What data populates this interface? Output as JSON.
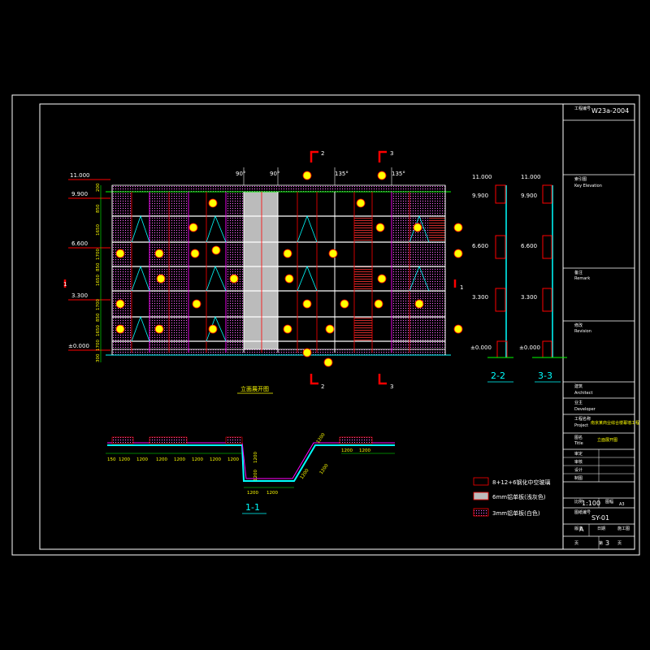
{
  "sheet": {
    "background": "#000000",
    "line_color": "#ffffff",
    "accent_red": "#ff0000",
    "accent_yellow": "#ffff00",
    "accent_cyan": "#00ffff",
    "accent_magenta": "#ff00ff"
  },
  "title_block": {
    "project_no_label": "工程编号",
    "project_no_value": "W23a-2004",
    "key_elevation_label": "Key Elevation",
    "key_elevation_cn": "索引图",
    "remark_cn": "备注",
    "remark_en": "Remark",
    "revision_cn": "修改",
    "revision_en": "Revision",
    "architect_cn": "建筑",
    "architect_en": "Architect",
    "developer_cn": "业主",
    "developer_en": "Developer",
    "project_cn": "工程名称",
    "project_en": "Project",
    "project_value": "南京某商业综合楼幕墙工程",
    "title_cn": "图名",
    "title_en": "Title",
    "title_value": "立面展开图",
    "approved": "审定",
    "checked": "审核",
    "designed": "设计",
    "drawn": "制图",
    "scale_label": "比例",
    "scale_value": "1:100",
    "paper_label": "图幅",
    "paper_value": "A3",
    "drawing_no_label": "图纸编号",
    "drawing_no_value": "SY-01",
    "version_label": "版本",
    "version_value": "A",
    "date_label": "日期",
    "date_value": "施工图",
    "page_label": "页",
    "page_prefix": "第",
    "page_value": "3",
    "page_suffix": "页"
  },
  "elevation": {
    "title": "立面展开图",
    "levels": [
      "11.000",
      "9.900",
      "6.600",
      "3.300",
      "±0.000"
    ],
    "floor_dims": [
      "200",
      "850",
      "1650",
      "1700",
      "850",
      "1650",
      "1700",
      "850",
      "1650",
      "1700",
      "300"
    ],
    "angles": [
      "90°",
      "90°",
      "135°",
      "135°"
    ],
    "section_marks": [
      "1",
      "1",
      "2",
      "2",
      "3",
      "3"
    ]
  },
  "plan": {
    "title": "1-1",
    "dims_left": [
      "150",
      "1200",
      "1200",
      "1200",
      "1200",
      "1200",
      "1200",
      "1200"
    ],
    "dims_mid": [
      "1200",
      "1200",
      "1200",
      "1200",
      "1200"
    ],
    "dims_right": [
      "1200",
      "1200",
      "1200",
      "1200"
    ]
  },
  "sections": {
    "s2_title": "2-2",
    "s3_title": "3-3",
    "levels": [
      "11.000",
      "9.900",
      "6.600",
      "3.300",
      "±0.000"
    ]
  },
  "legend": [
    {
      "text": "8+12+6钢化中空玻璃",
      "swatch": "#000000",
      "border": "#ff0000"
    },
    {
      "text": "6mm铝单板(浅灰色)",
      "swatch": "#bbbbbb",
      "border": "#ff0000"
    },
    {
      "text": "3mm铝单板(白色)",
      "swatch": "dots",
      "border": "#ff0000"
    }
  ]
}
